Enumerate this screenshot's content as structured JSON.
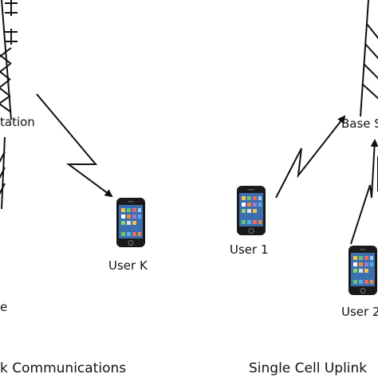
{
  "labels": {
    "base_station_left": "tation",
    "base_station_right": "Base S",
    "user_k": "User K",
    "user_1": "User 1",
    "user_2": "User 2",
    "fragment_left": "e"
  },
  "captions": {
    "left": "k Communications",
    "right": "Single Cell Uplink"
  },
  "colors": {
    "ink": "#111111",
    "phone_body": "#1a1a1a",
    "screen": "#3b6fb0"
  }
}
